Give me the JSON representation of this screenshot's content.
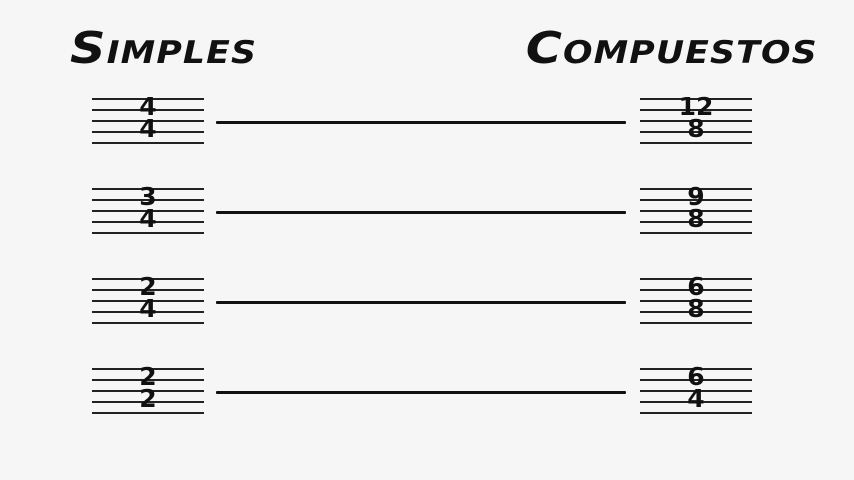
{
  "headings": {
    "simple": "Simples",
    "compound": "Compuestos"
  },
  "pairs": [
    {
      "simple": {
        "top": "4",
        "bottom": "4"
      },
      "compound": {
        "top": "12",
        "bottom": "8"
      }
    },
    {
      "simple": {
        "top": "3",
        "bottom": "4"
      },
      "compound": {
        "top": "9",
        "bottom": "8"
      }
    },
    {
      "simple": {
        "top": "2",
        "bottom": "4"
      },
      "compound": {
        "top": "6",
        "bottom": "8"
      }
    },
    {
      "simple": {
        "top": "2",
        "bottom": "2"
      },
      "compound": {
        "top": "6",
        "bottom": "4"
      }
    }
  ],
  "colors": {
    "ink": "#111111",
    "background": "#f6f6f6"
  }
}
